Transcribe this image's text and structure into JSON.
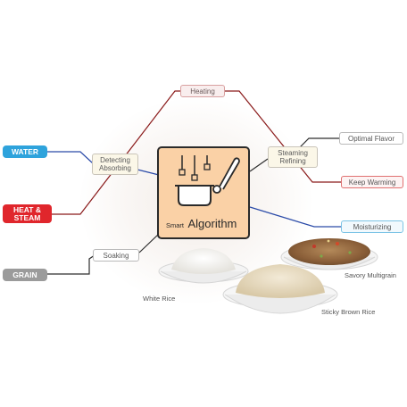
{
  "inputs": {
    "water": "WATER",
    "heat_steam_line1": "HEAT &",
    "heat_steam_line2": "STEAM",
    "grain": "GRAIN"
  },
  "nodes": {
    "heating": "Heating",
    "detecting_absorbing_line1": "Detecting",
    "detecting_absorbing_line2": "Absorbing",
    "steaming_refining_line1": "Steaming",
    "steaming_refining_line2": "Refining",
    "soaking": "Soaking"
  },
  "outputs": {
    "optimal_flavor": "Optimal Flavor",
    "keep_warming": "Keep Warming",
    "moisturizing": "Moisturizing"
  },
  "center": {
    "label_small": "Smart",
    "label_big": "Algorithm"
  },
  "foods": {
    "white_rice": "White Rice",
    "savory_multigrain": "Savory Multigrain",
    "sticky_brown_rice": "Sticky Brown Rice"
  },
  "colors": {
    "water": "#2ea3dc",
    "heat_steam": "#e0262c",
    "grain": "#9b9b9b",
    "blue_line": "#2a4aa8",
    "red_line": "#8a1a1a",
    "dark_line": "#2d2d2d",
    "center_fill": "#fad1a6",
    "heating_border": "#d9a0a0",
    "keep_warming_border": "#e07070",
    "moisturizing_border": "#7cc4e6",
    "optimal_flavor_border": "#b9b9b9"
  }
}
